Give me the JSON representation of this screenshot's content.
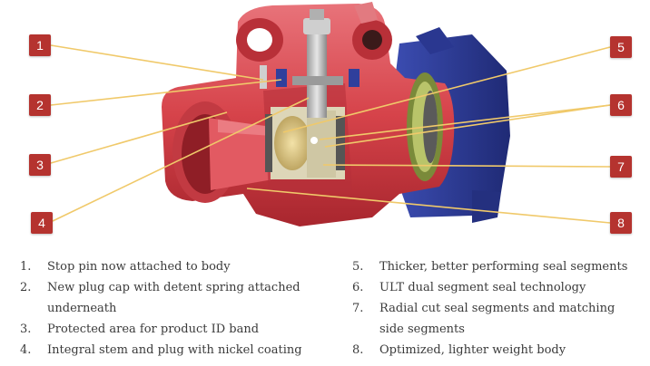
{
  "callouts": [
    {
      "num": "1"
    },
    {
      "num": "2"
    },
    {
      "num": "3"
    },
    {
      "num": "4"
    },
    {
      "num": "5"
    },
    {
      "num": "6"
    },
    {
      "num": "7"
    },
    {
      "num": "8"
    }
  ],
  "legend_left": [
    {
      "num": "1.",
      "text": "Stop pin now attached to body"
    },
    {
      "num": "2.",
      "text": "New plug cap with detent spring attached underneath"
    },
    {
      "num": "3.",
      "text": "Protected area for product ID band"
    },
    {
      "num": "4.",
      "text": "Integral stem and plug with nickel coating"
    }
  ],
  "legend_right": [
    {
      "num": "5.",
      "text": "Thicker, better performing seal segments"
    },
    {
      "num": "6.",
      "text": "ULT dual segment seal technology"
    },
    {
      "num": "7.",
      "text": "Radial cut seal segments and matching side segments"
    },
    {
      "num": "8.",
      "text": "Optimized, lighter weight body"
    }
  ],
  "colors": {
    "callout": "#b5332f",
    "body_red": "#d6434a",
    "union_blue": "#2f3f9c",
    "leader_line": "#f0c96a"
  }
}
